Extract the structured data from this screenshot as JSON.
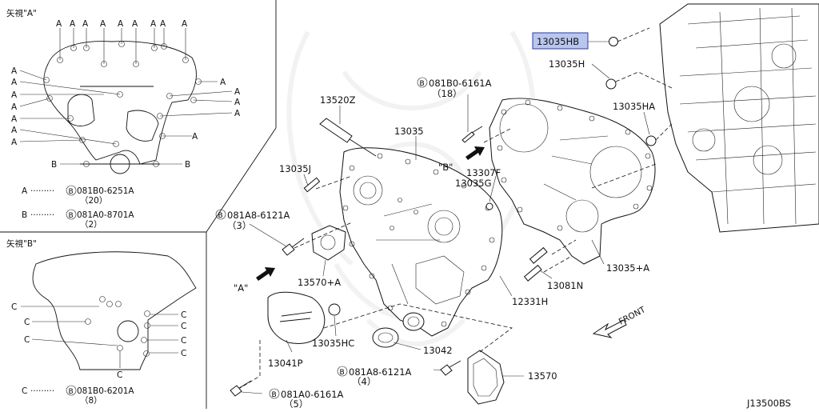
{
  "view_a": {
    "title": "矢視\"A\"",
    "legend": [
      {
        "key": "A",
        "dots": "·········",
        "bolt_code": "081B0-6251A",
        "qty": "（20）"
      },
      {
        "key": "B",
        "dots": "·········",
        "bolt_code": "081A0-8701A",
        "qty": "（2）"
      }
    ]
  },
  "view_b": {
    "title": "矢視\"B\"",
    "legend": [
      {
        "key": "C",
        "dots": "·········",
        "bolt_code": "081B0-6201A",
        "qty": "（8）"
      }
    ]
  },
  "bolt_symbol": "B",
  "arrow_labels": {
    "a": "\"A\"",
    "b": "\"B\""
  },
  "front_label": "FRONT",
  "drawing_number": "J13500BS",
  "callouts": {
    "p13035HB": "13035HB",
    "p13035H": "13035H",
    "p13035HA": "13035HA",
    "p13520Z": "13520Z",
    "p13035": "13035",
    "p13035J": "13035J",
    "p13307F": "13307F",
    "p13035G": "13035G",
    "p13570A": "13570+A",
    "p13081N": "13081N",
    "p13035A": "13035+A",
    "p12331H": "12331H",
    "p13041P": "13041P",
    "p13035HC": "13035HC",
    "p13042": "13042",
    "p13570": "13570",
    "b1_code": "081B0-6161A",
    "b1_qty": "（18）",
    "b2_code": "081A8-6121A",
    "b2_qty": "（3）",
    "b3_code": "081A8-6121A",
    "b3_qty": "（4）",
    "b4_code": "081A0-6161A",
    "b4_qty": "（5）"
  },
  "highlight": {
    "part": "13035HB",
    "color": "#b9c6ee"
  }
}
